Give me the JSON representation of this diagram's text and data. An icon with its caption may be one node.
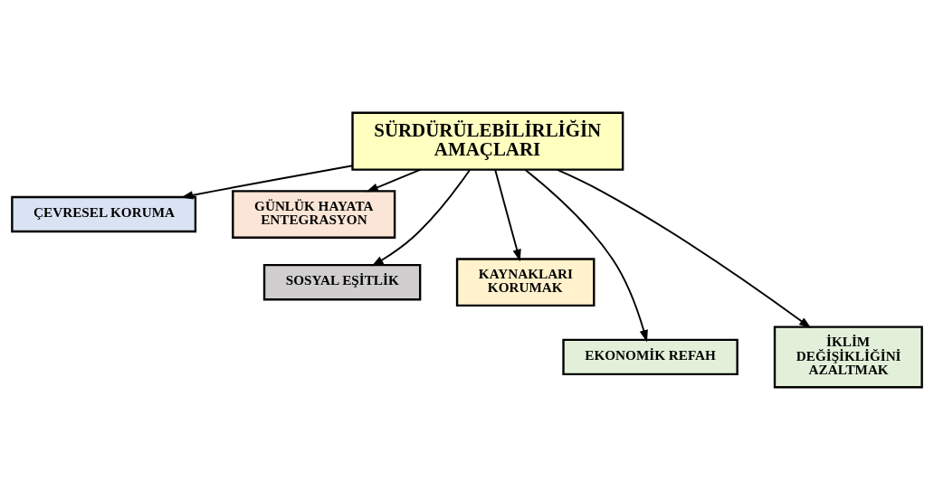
{
  "diagram": {
    "nodes": [
      {
        "text": [
          "SÜRDÜRÜLEBİLİRLİĞİN AMAÇLARI"
        ]
      },
      {
        "text": [
          "ÇEVRESEL KORUMA"
        ]
      },
      {
        "text": [
          "GÜNLÜK HAYATA ENTEGRASYON"
        ]
      },
      {
        "text": [
          "SOSYAL EŞİTLİK"
        ]
      },
      {
        "text": [
          "KAYNAKLARI KORUMAK"
        ]
      },
      {
        "text": [
          "EKONOMİK REFAH"
        ]
      },
      {
        "text": [
          "İKLİM DEĞİŞİKLİĞİNİ AZALTMAK"
        ]
      }
    ],
    "edges": [
      {
        "from": 0,
        "to": 1,
        "arrow": "to"
      },
      {
        "from": 0,
        "to": 2,
        "arrow": "to"
      },
      {
        "from": 0,
        "to": 3,
        "arrow": "to"
      },
      {
        "from": 0,
        "to": 4,
        "arrow": "to"
      },
      {
        "from": 0,
        "to": 5,
        "arrow": "to"
      },
      {
        "from": 0,
        "to": 6,
        "arrow": "to"
      }
    ]
  }
}
